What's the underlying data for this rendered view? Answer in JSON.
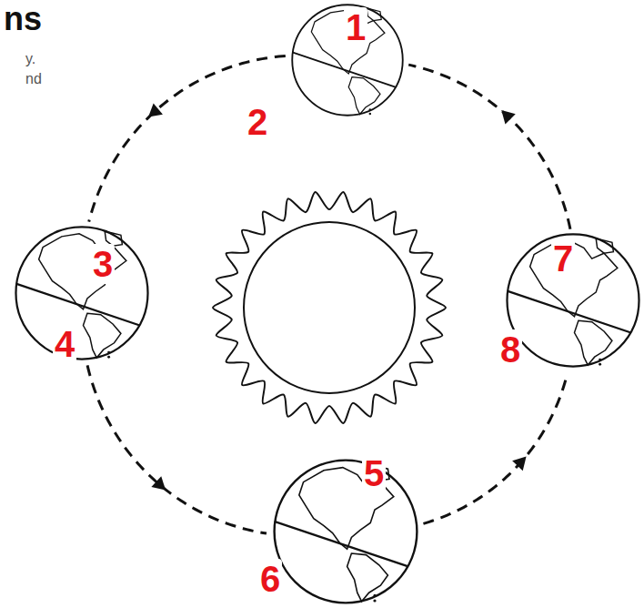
{
  "diagram": {
    "nodes": [
      {
        "text": [
          "1",
          "2"
        ]
      },
      {
        "text": [
          "3",
          "4"
        ]
      },
      {
        "text": [
          "5",
          "6"
        ]
      },
      {
        "text": [
          "7",
          "8"
        ]
      }
    ],
    "edges": [
      {
        "from": 0,
        "to": 1,
        "arrow": "to"
      },
      {
        "from": 1,
        "to": 2,
        "arrow": "to"
      },
      {
        "from": 2,
        "to": 3,
        "arrow": "to"
      },
      {
        "from": 3,
        "to": 0,
        "arrow": "to"
      }
    ],
    "labels": [
      "ns",
      "y.",
      "nd"
    ]
  }
}
